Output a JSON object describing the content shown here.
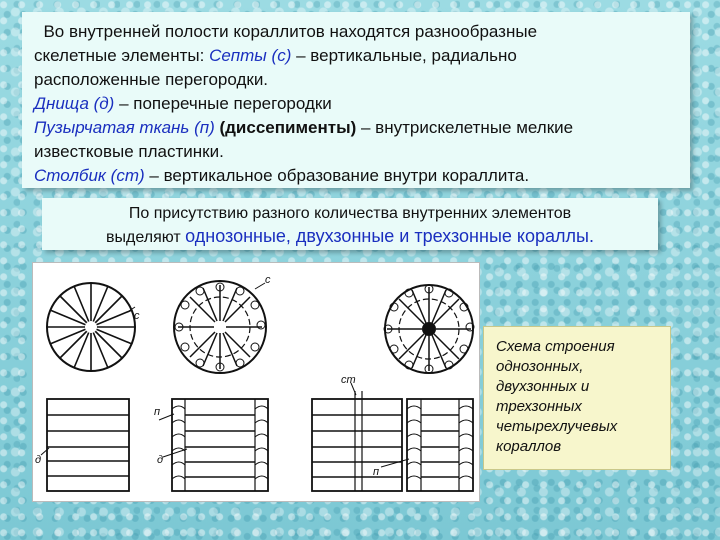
{
  "top_box": {
    "line1": "Во внутренней полости кораллитов находятся разнообразные",
    "line2_a": "скелетные элементы: ",
    "line2_term": "Септы (с)",
    "line2_b": " – вертикальные, радиально",
    "line3": "расположенные  перегородки.",
    "line4_term": "Днища (д)",
    "line4_b": " – поперечные перегородки",
    "line5_term": "Пузырчатая ткань (п)",
    "line5_term2": " (диссепименты)",
    "line5_b": " – внутрискелетные мелкие",
    "line6": "известковые пластинки.",
    "line7_term": "Столбик (ст)",
    "line7_b": " – вертикальное образование внутри кораллита."
  },
  "mid_box": {
    "line1": "По присутствию разного количества внутренних элементов",
    "line2_a": "выделяют ",
    "line2_term": "однозонные, двухзонные и трехзонные кораллы."
  },
  "figure": {
    "labels": {
      "c1": "с",
      "c2": "с",
      "ct": "ст",
      "p1": "п",
      "d1": "д",
      "d2": "д",
      "p2": "п"
    }
  },
  "caption": {
    "lines": [
      "Схема строения",
      "однозонных,",
      " двухзонных и",
      "трехзонных",
      "четырехлучевых",
      "кораллов"
    ]
  }
}
